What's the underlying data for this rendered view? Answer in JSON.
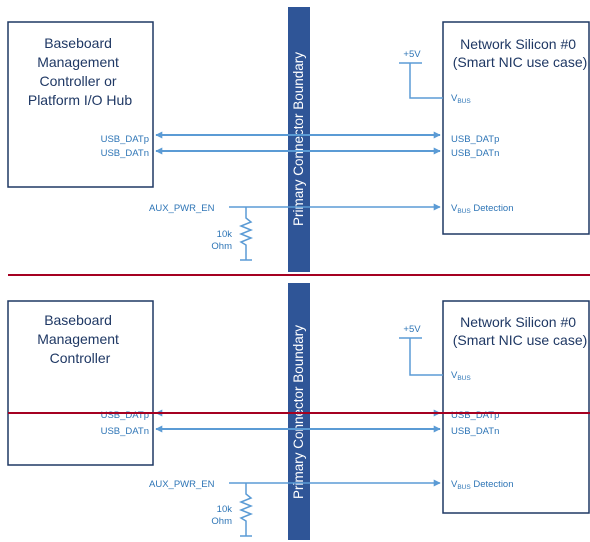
{
  "colors": {
    "block_stroke": "#1f3864",
    "line": "#5b9bd5",
    "boundary_fill": "#2f5597",
    "divider": "#a50021",
    "label_text": "#2e75b6",
    "block_text": "#1f3864"
  },
  "top": {
    "left_block": {
      "lines": [
        "Baseboard",
        "Management",
        "Controller or",
        "Platform I/O Hub"
      ]
    },
    "right_block": {
      "lines": [
        "Network Silicon #0",
        "(Smart NIC use case)"
      ]
    },
    "boundary_label": "Primary Connector Boundary",
    "supply_label": "+5V",
    "vbus_main": "V",
    "vbus_sub": "BUS",
    "usb_p_left": "USB_DATp",
    "usb_n_left": "USB_DATn",
    "usb_p_right": "USB_DATp",
    "usb_n_right": "USB_DATn",
    "aux_label": "AUX_PWR_EN",
    "detect_main": "V",
    "detect_sub": "BUS",
    "detect_suffix": " Detection",
    "resistor_value": "10k",
    "resistor_unit": "Ohm"
  },
  "bottom": {
    "left_block": {
      "lines": [
        "Baseboard",
        "Management",
        "Controller"
      ]
    },
    "right_block": {
      "lines": [
        "Network Silicon #0",
        "(Smart NIC use case)"
      ]
    },
    "boundary_label": "Primary Connector Boundary",
    "supply_label": "+5V",
    "vbus_main": "V",
    "vbus_sub": "BUS",
    "usb_p_left": "USB_DATp",
    "usb_n_left": "USB_DATn",
    "usb_p_right": "USB_DATp",
    "usb_n_right": "USB_DATn",
    "aux_label": "AUX_PWR_EN",
    "detect_main": "V",
    "detect_sub": "BUS",
    "detect_suffix": " Detection",
    "resistor_value": "10k",
    "resistor_unit": "Ohm"
  }
}
